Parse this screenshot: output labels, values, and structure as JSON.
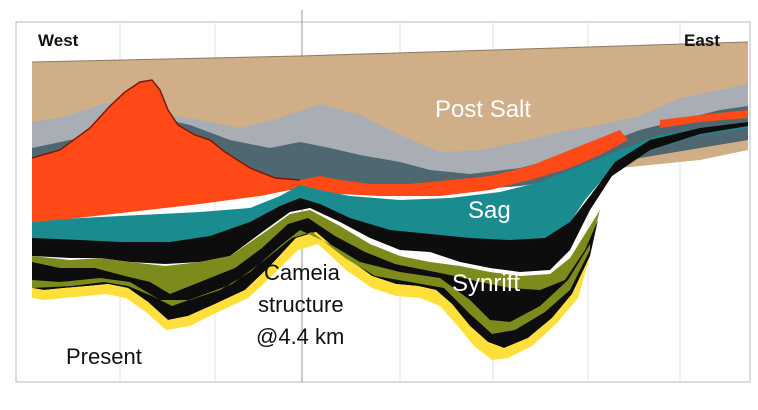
{
  "labels": {
    "west": "West",
    "east": "East",
    "post_salt": "Post Salt",
    "sag": "Sag",
    "synrift": "Synrift",
    "structure_line1": "Cameia",
    "structure_line2": "structure",
    "structure_line3": "@4.4 km",
    "present": "Present"
  },
  "colors": {
    "post_salt": "#cfae88",
    "grey_layer": "#a8aeb3",
    "dark_slate": "#4e6770",
    "salt": "#ff4a17",
    "sag": "#1a8b8f",
    "black": "#0d0d0d",
    "olive": "#7d8a1c",
    "yellow": "#ffe03b",
    "frame": "#bbbbbb"
  }
}
